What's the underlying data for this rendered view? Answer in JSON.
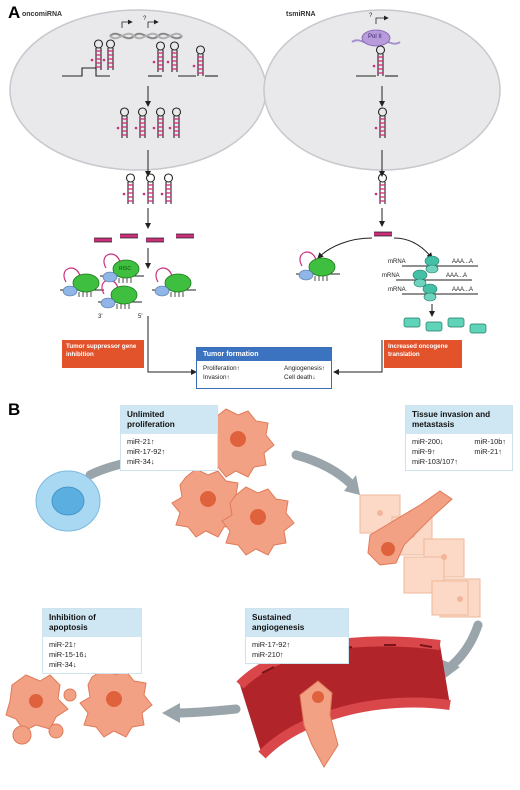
{
  "panel_a": {
    "letter": "A",
    "oncomir_title": "oncomiRNA",
    "tsmir_title": "tsmiRNA",
    "question_mark_left": "?",
    "question_mark_right": "?",
    "pol_ii": "Pol II",
    "mrna_labels": [
      "mRNA",
      "mRNA",
      "mRNA"
    ],
    "polya_labels": [
      "AAA...A",
      "AAA...A",
      "AAA...A"
    ],
    "prime3": "3'",
    "prime5": "5'",
    "risc": "RISC",
    "left_outcome": "Tumor suppressor gene inhibition",
    "right_outcome": "Increased oncogene translation",
    "tumor": {
      "title": "Tumor formation",
      "col1": [
        "Proliferation↑",
        "Invasion↑"
      ],
      "col2": [
        "Angiogenesis↑",
        "Cell death↓"
      ]
    }
  },
  "panel_b": {
    "letter": "B",
    "boxes": [
      {
        "title": "Unlimited proliferation",
        "lines": [
          "miR-21↑",
          "miR-17-92↑",
          "miR-34↓"
        ]
      },
      {
        "title": "Tissue invasion and metastasis",
        "col1": [
          "miR-200↓",
          "miR-9↑",
          "miR-103/107↑"
        ],
        "col2": [
          "miR-10b↑",
          "miR-21↑"
        ]
      },
      {
        "title": "Sustained angiogenesis",
        "lines": [
          "miR-17-92↑",
          "miR-210↑"
        ]
      },
      {
        "title": "Inhibition of apoptosis",
        "lines": [
          "miR-21↑",
          "miR-15-16↓",
          "miR-34↓"
        ]
      }
    ]
  },
  "colors": {
    "nucleus": "#e9e9ec",
    "mirna_pink": "#c9307a",
    "risc_green": "#3fbf3f",
    "outcome_red": "#e2522b",
    "tumor_blue": "#3c73c0",
    "cell_salmon": "#f2a184",
    "vessel_red": "#b0242a",
    "arrow_gray": "#9aa5ab"
  }
}
